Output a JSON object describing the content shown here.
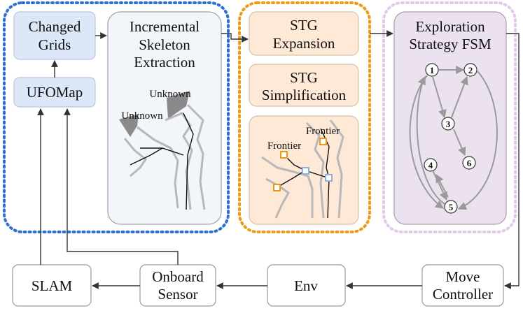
{
  "groups": {
    "mapping": {
      "color": "#2f6fd1"
    },
    "stg": {
      "color": "#ee9a14"
    },
    "exploration": {
      "color": "#e2c8ea"
    }
  },
  "boxes": {
    "changed_grids": {
      "line1": "Changed",
      "line2": "Grids"
    },
    "ufomap": {
      "label": "UFOMap"
    },
    "skeleton": {
      "line1": "Incremental",
      "line2": "Skeleton",
      "line3": "Extraction"
    },
    "stg_expansion": {
      "line1": "STG",
      "line2": "Expansion"
    },
    "stg_simplification": {
      "line1": "STG",
      "line2": "Simplification"
    },
    "fsm": {
      "line1": "Exploration",
      "line2": "Strategy FSM"
    },
    "slam": {
      "label": "SLAM"
    },
    "onboard_sensor": {
      "line1": "Onboard",
      "line2": "Sensor"
    },
    "env": {
      "label": "Env"
    },
    "move_controller": {
      "line1": "Move",
      "line2": "Controller"
    }
  },
  "skeleton_illustration": {
    "unknown_top": "Unknown",
    "unknown_left": "Unknown"
  },
  "stg_illustration": {
    "frontier_left": "Frontier",
    "frontier_right": "Frontier"
  },
  "fsm_states": [
    "1",
    "2",
    "3",
    "4",
    "5",
    "6"
  ],
  "colors": {
    "blue_fill": "#dce8f7",
    "blue_stroke": "#8fb0d6",
    "orange_fill": "#fde9d6",
    "purple_fill": "#ece2ef",
    "frontier": "#e89a1c",
    "node_blue": "#8fb3e0"
  }
}
